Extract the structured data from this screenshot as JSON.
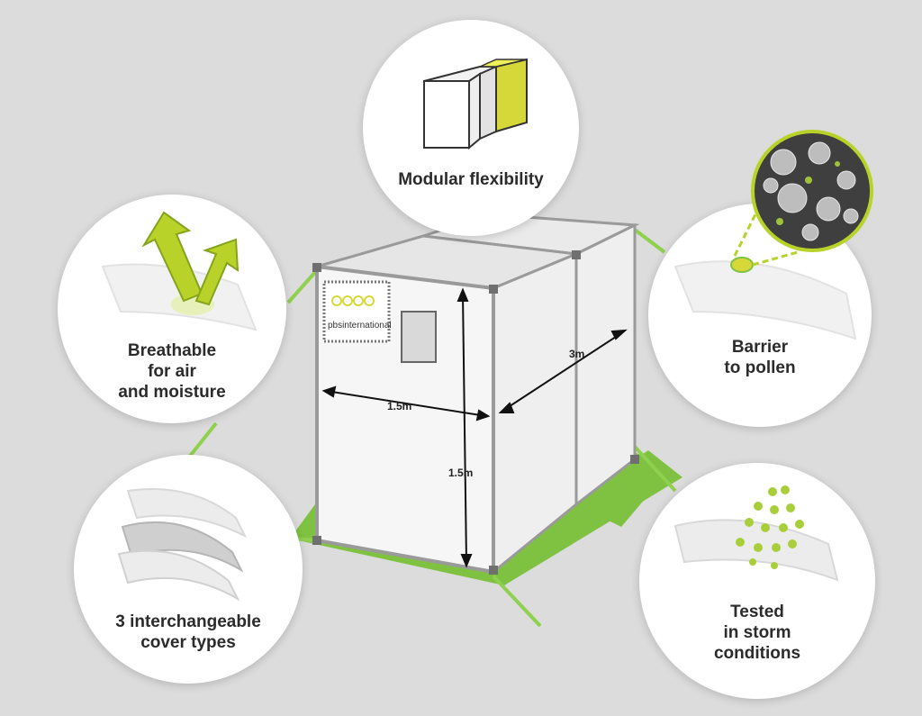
{
  "features": {
    "modular": "Modular flexibility",
    "breathable": [
      "Breathable",
      "for air",
      "and moisture"
    ],
    "barrier": [
      "Barrier",
      "to pollen"
    ],
    "cover": [
      "3 interchangeable",
      "cover types"
    ],
    "storm": [
      "Tested",
      "in storm",
      "conditions"
    ]
  },
  "dimensions": {
    "depth": "3m",
    "width": "1.5m",
    "height": "1.5m"
  },
  "logo": {
    "text": "pbsinternational"
  },
  "colors": {
    "background": "#dcdcdc",
    "accent_green": "#7fc241",
    "accent_yellow": "#d6d83a",
    "frame": "#9a9a9a",
    "cover": "#f4f4f4"
  }
}
